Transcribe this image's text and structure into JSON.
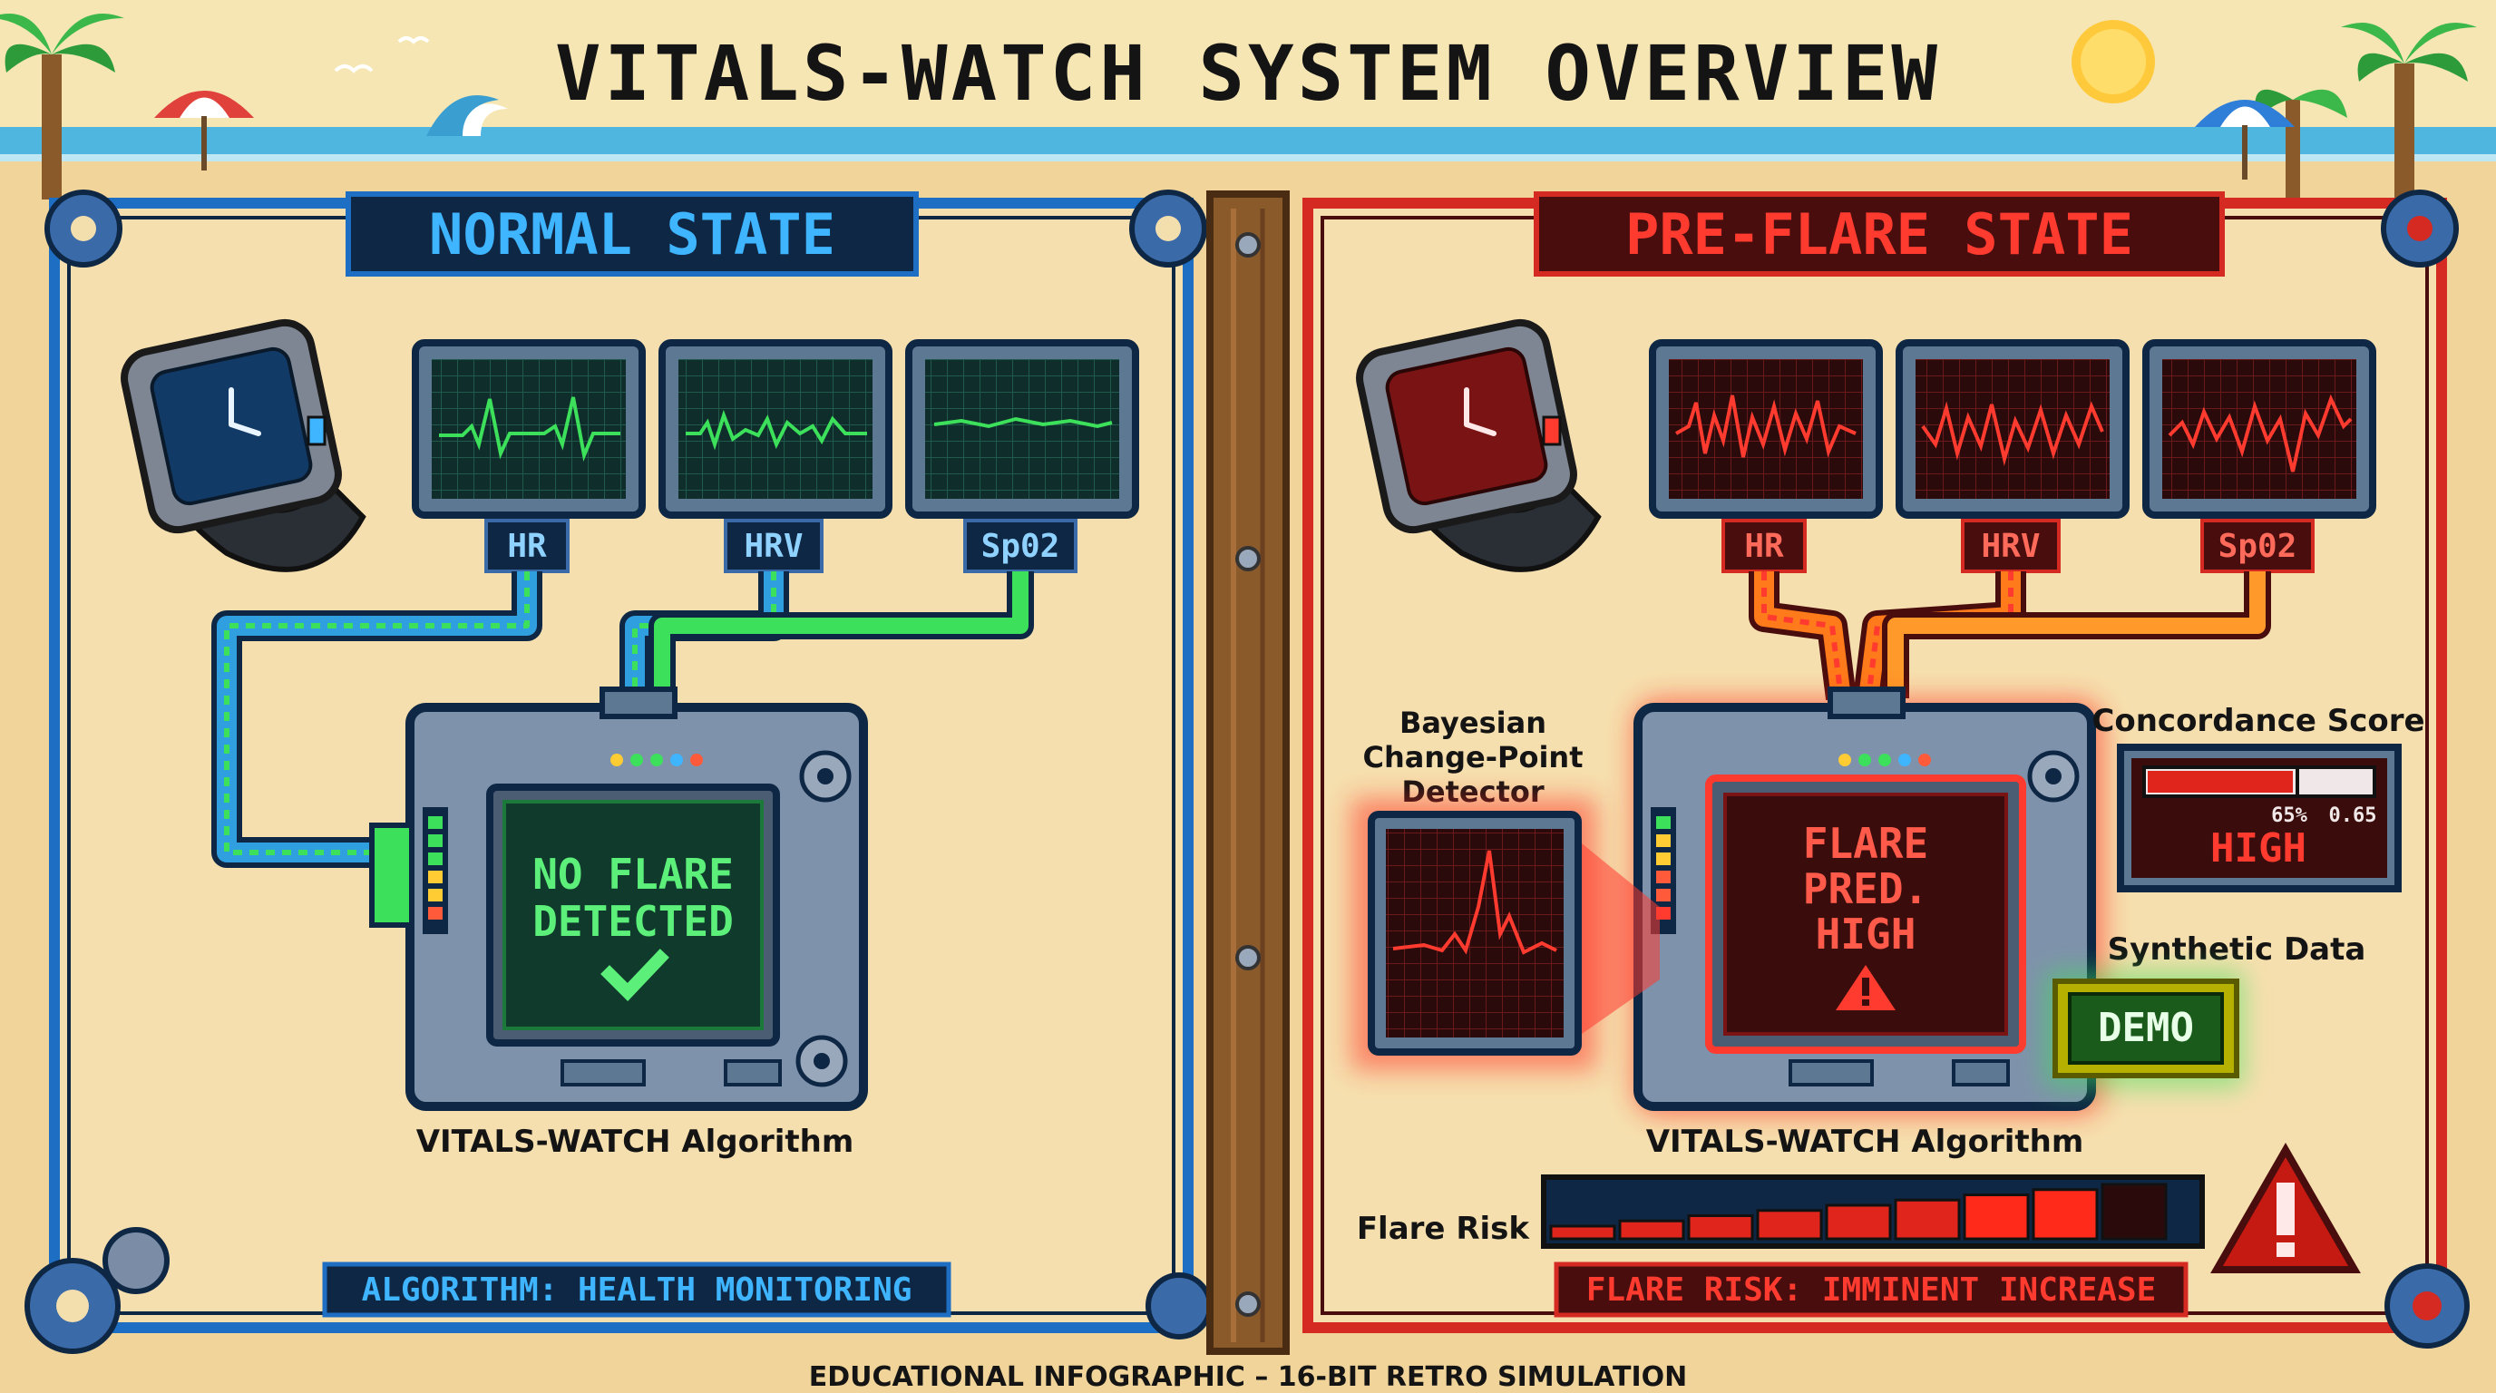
{
  "title": "VITALS-WATCH SYSTEM OVERVIEW",
  "footer": "EDUCATIONAL INFOGRAPHIC – 16-BIT RETRO SIMULATION",
  "normal": {
    "heading": "NORMAL STATE",
    "sensors": [
      "HR",
      "HRV",
      "Sp02"
    ],
    "screen_line1": "NO FLARE",
    "screen_line2": "DETECTED",
    "algorithm_label": "VITALS-WATCH Algorithm",
    "status_banner": "ALGORITHM: HEALTH MONITORING",
    "accent": "#1e6fc4"
  },
  "preflare": {
    "heading": "PRE-FLARE STATE",
    "sensors": [
      "HR",
      "HRV",
      "Sp02"
    ],
    "detector_line1": "Bayesian",
    "detector_line2": "Change-Point",
    "detector_line3": "Detector",
    "screen_line1": "FLARE",
    "screen_line2": "PRED.",
    "screen_line3": "HIGH",
    "algorithm_label": "VITALS-WATCH Algorithm",
    "concordance_title": "Concordance Score",
    "concordance_pct": "65%",
    "concordance_val": "0.65",
    "concordance_level": "HIGH",
    "concordance_fraction": 0.65,
    "synthetic_label": "Synthetic Data",
    "demo_label": "DEMO",
    "flare_risk_label": "Flare Risk",
    "flare_risk_filled": 8,
    "flare_risk_total": 9,
    "status_banner": "FLARE RISK: IMMINENT INCREASE",
    "accent": "#d42a22"
  },
  "colors": {
    "sand": "#f3dfae",
    "sky": "#f6e6b4",
    "sea": "#4fb6e0",
    "wood": "#8b5a2b",
    "green_trace": "#3ce05a",
    "red_trace": "#ff3b30",
    "navy": "#0e2744",
    "darkred": "#4a0d0d"
  }
}
